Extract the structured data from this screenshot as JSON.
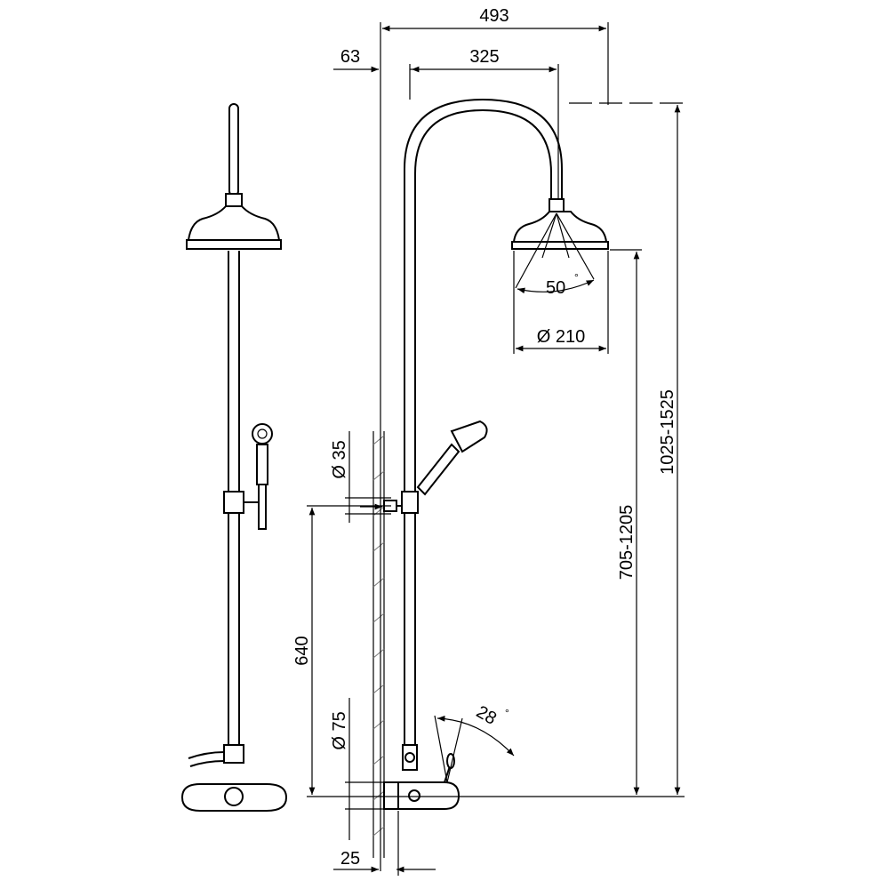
{
  "dimensions": {
    "overall_width": "493",
    "offset": "63",
    "arm_reach": "325",
    "spray_angle": "50",
    "spray_angle_unit": "°",
    "head_diameter": "Ø 210",
    "overall_height": "1025-1525",
    "head_height": "705-1205",
    "bracket_diameter": "Ø 35",
    "bracket_spacing": "640",
    "mixer_diameter": "Ø 75",
    "lever_angle": "28",
    "lever_angle_unit": "°",
    "wall_offset": "25"
  },
  "colors": {
    "line": "#000000",
    "background": "#ffffff"
  }
}
